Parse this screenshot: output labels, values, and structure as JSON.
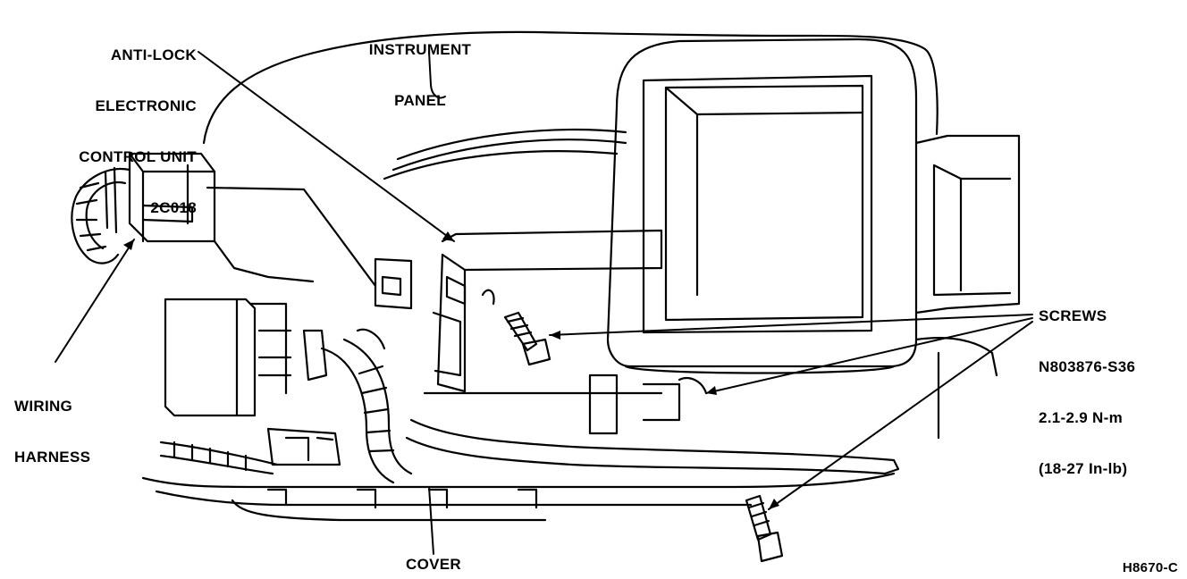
{
  "labels": {
    "abs_unit": [
      "ANTI-LOCK",
      "ELECTRONIC",
      "CONTROL UNIT",
      "2C018"
    ],
    "instrument_panel": [
      "INSTRUMENT",
      "PANEL"
    ],
    "screws": [
      "SCREWS",
      "N803876-S36",
      "2.1-2.9 N-m",
      "(18-27 In-lb)"
    ],
    "wiring_harness": [
      "WIRING",
      "HARNESS"
    ],
    "cover": "COVER",
    "figure_id": "H8670-C"
  },
  "colors": {
    "ink": "#000000",
    "paper": "#ffffff"
  }
}
